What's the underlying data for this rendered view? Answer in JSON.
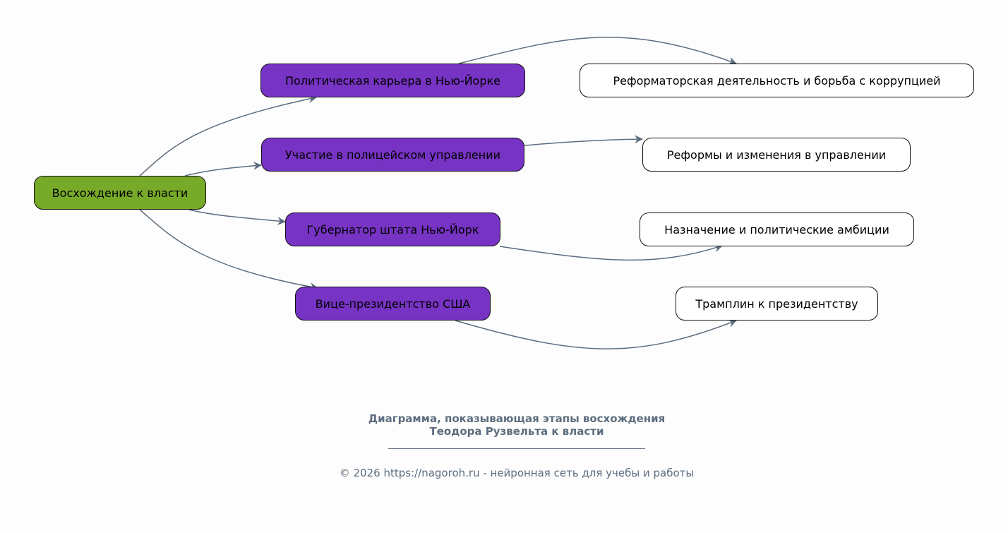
{
  "diagram": {
    "root": {
      "label": "Восхождение к власти"
    },
    "phases": [
      {
        "label": "Политическая карьера в Нью-Йорке",
        "outcome": "Реформаторская деятельность и борьба с коррупцией"
      },
      {
        "label": "Участие в полицейском управлении",
        "outcome": "Реформы и изменения в управлении"
      },
      {
        "label": "Губернатор штата Нью-Йорк",
        "outcome": "Назначение и политические амбиции"
      },
      {
        "label": "Вице-президентство США",
        "outcome": "Трамплин к президентству"
      }
    ],
    "colors": {
      "root": "#77aa28",
      "phase": "#7733c4",
      "outcome": "#ffffff",
      "edge": "#5d6d7e"
    }
  },
  "footer": {
    "title_line1": "Диаграмма, показывающая этапы восхождения",
    "title_line2": "Теодора Рузвельта к власти",
    "rule": "________________________________________________________",
    "credit": "© 2026 https://nagoroh.ru - нейронная сеть для учебы и работы"
  }
}
